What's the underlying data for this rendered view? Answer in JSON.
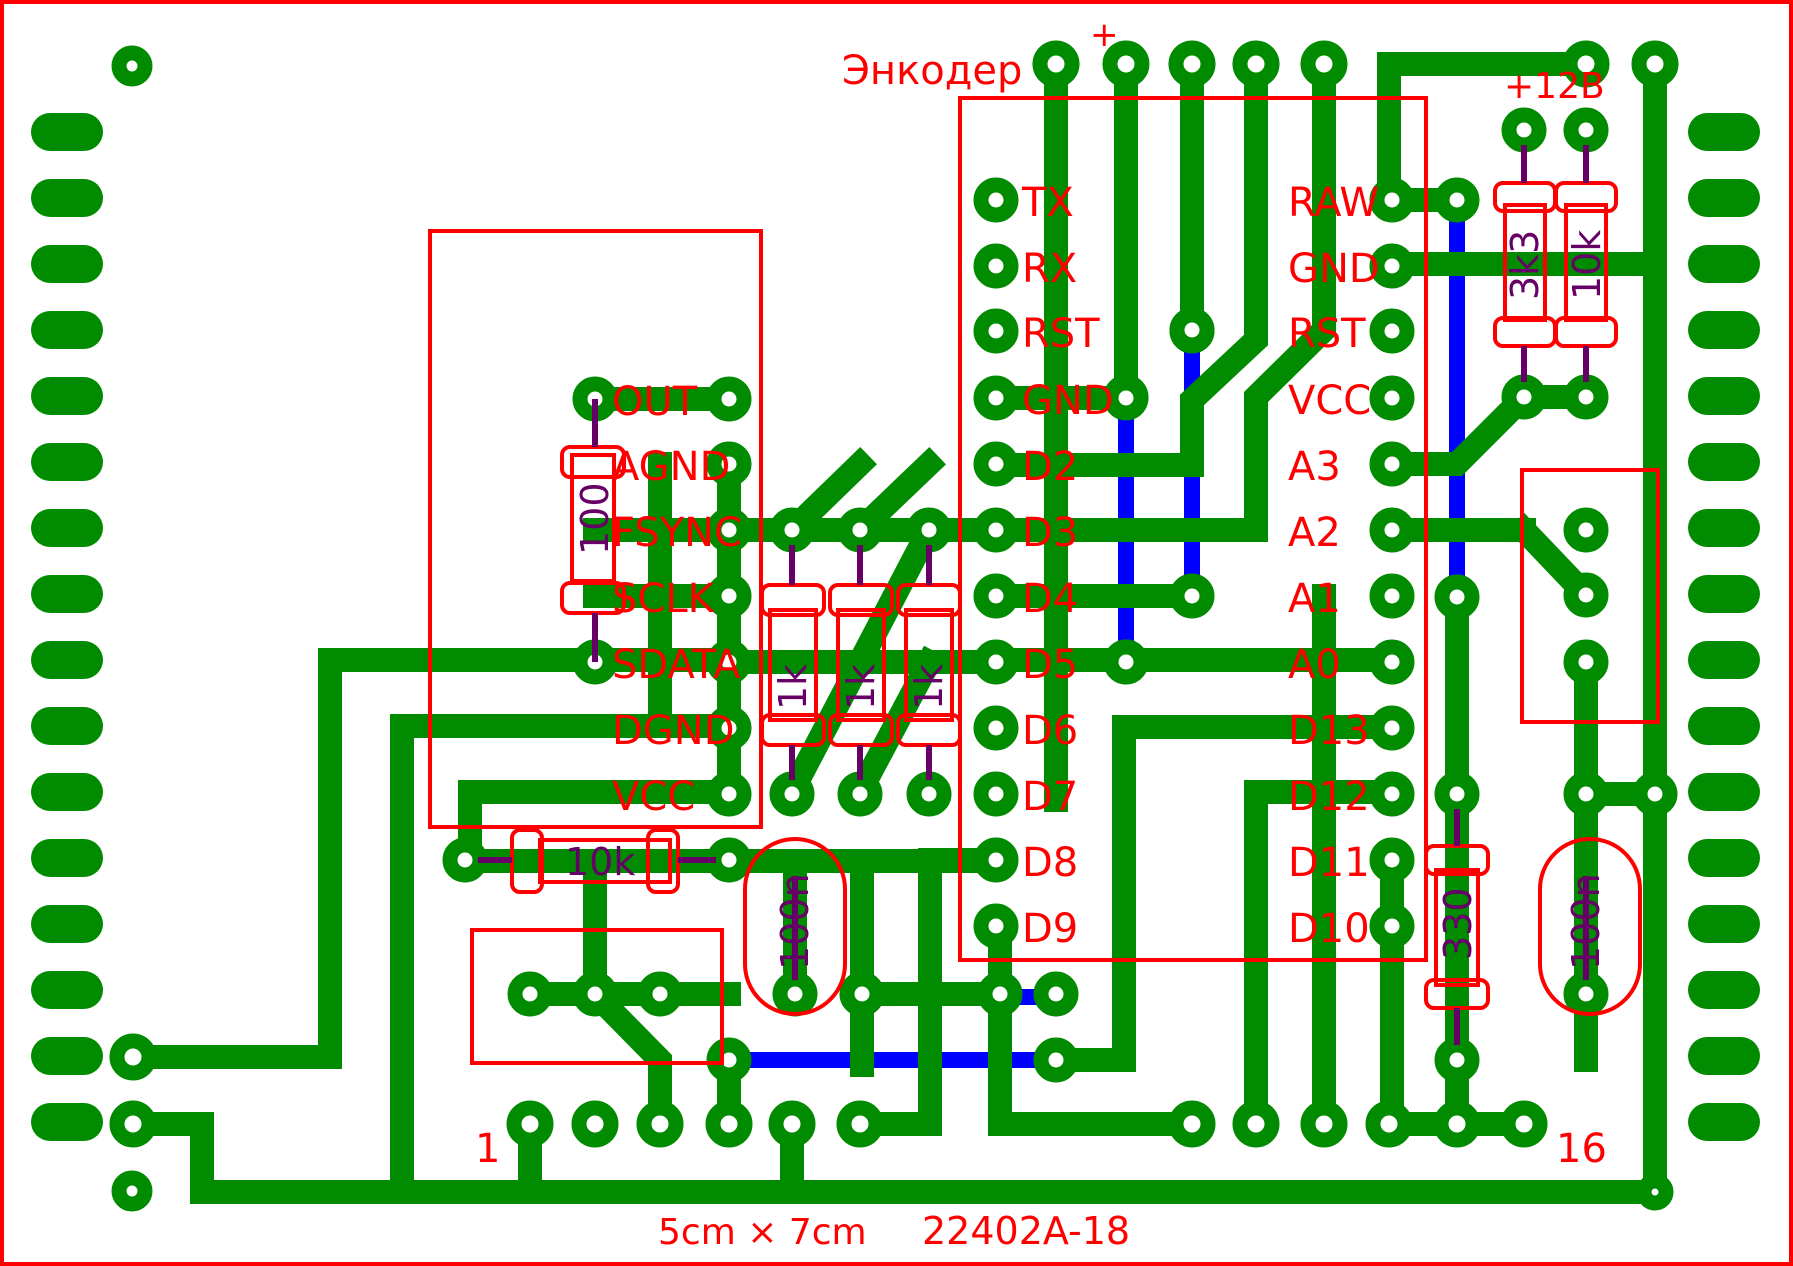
{
  "title": "Энкодер",
  "power_plus": "+",
  "power_12v": "+12В",
  "board_size": "5cm × 7cm",
  "board_id": "22402A-18",
  "conn_pin_first": "1",
  "conn_pin_last": "16",
  "arduino_left_pins": [
    "TX",
    "RX",
    "RST",
    "GND",
    "D2",
    "D3",
    "D4",
    "D5",
    "D6",
    "D7",
    "D8",
    "D9"
  ],
  "arduino_right_pins": [
    "RAW",
    "GND",
    "RST",
    "VCC",
    "A3",
    "A2",
    "A1",
    "A0",
    "D13",
    "D12",
    "D11",
    "D10"
  ],
  "module_pins": [
    "OUT",
    "AGND",
    "FSYNC",
    "SCLK",
    "SDATA",
    "DGND",
    "VCC"
  ],
  "resistors": {
    "r100": "100",
    "r1k_a": "1k",
    "r1k_b": "1k",
    "r1k_c": "1k",
    "r10k_bottom": "10k",
    "r3k3": "3k3",
    "r10k_top": "10k",
    "r330": "330"
  },
  "capacitors": {
    "c_left": "100n",
    "c_right": "100n"
  },
  "colors": {
    "copper_top": "#008b00",
    "copper_bottom": "#0000ff",
    "silkscreen": "#ff0000",
    "component_value": "#660066",
    "background": "#ffffff"
  }
}
